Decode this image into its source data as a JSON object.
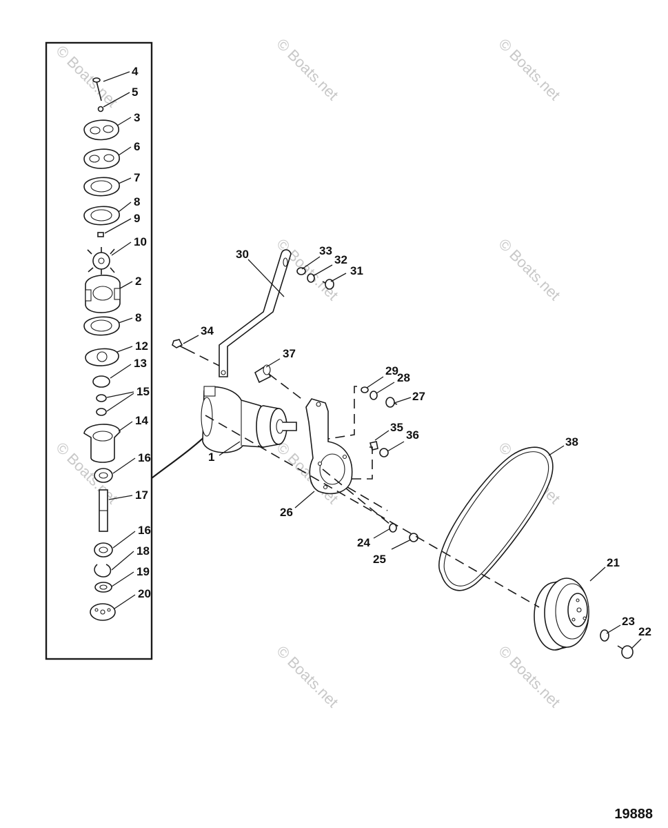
{
  "diagram": {
    "reference_number": "19888",
    "watermarks": [
      "© Boats.net",
      "© Boats.net",
      "© Boats.net",
      "© Boats.net",
      "© Boats.net",
      "© Boats.net",
      "© Boats.net",
      "© Boats.net",
      "© Boats.net",
      "© Boats.net"
    ],
    "callouts": {
      "c1": "1",
      "c2": "2",
      "c3": "3",
      "c4": "4",
      "c5": "5",
      "c6": "6",
      "c7": "7",
      "c8a": "8",
      "c8b": "8",
      "c9": "9",
      "c10": "10",
      "c12": "12",
      "c13": "13",
      "c14": "14",
      "c15": "15",
      "c16a": "16",
      "c16b": "16",
      "c17": "17",
      "c18": "18",
      "c19": "19",
      "c20": "20",
      "c21": "21",
      "c22": "22",
      "c23": "23",
      "c24": "24",
      "c25": "25",
      "c26": "26",
      "c27": "27",
      "c28": "28",
      "c29": "29",
      "c30": "30",
      "c31": "31",
      "c32": "32",
      "c33": "33",
      "c34": "34",
      "c35": "35",
      "c36": "36",
      "c37": "37",
      "c38": "38"
    }
  }
}
